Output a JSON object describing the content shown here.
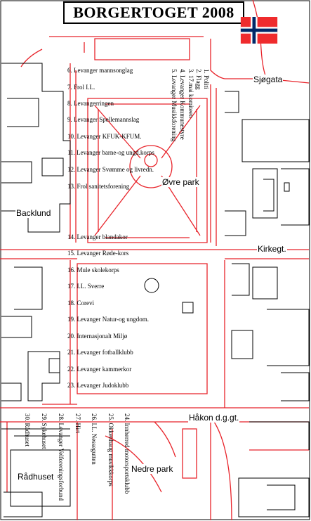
{
  "title": "BORGERTOGET 2008",
  "flag": {
    "name": "norwegian-flag",
    "colors": {
      "red": "#ef2b2d",
      "white": "#ffffff",
      "blue": "#002868"
    }
  },
  "colors": {
    "roads": "#e8232a",
    "buildings": "#000000",
    "background": "#ffffff"
  },
  "places": {
    "sjogata": "Sjøgata",
    "ovre_park": "Øvre park",
    "backlund": "Backlund",
    "kirkegt": "Kirkegt.",
    "hakon": "Håkon d.g.gt.",
    "nedre_park": "Nedre park",
    "radhuset": "Rådhuset"
  },
  "route_left": [
    "6.  Levanger mannsonglag",
    "7.   Frol I.L.",
    "8.   Levangerringen",
    "9. Levanger Spellemannslag",
    "10. Levanger KFUK-KFUM.",
    "11. Levanger barne-og ungd.korps",
    "12. Levanger Svømme og livredn.",
    "13. Frol sanitetsforening",
    "14. Levanger blandakor",
    "15. Levanger Røde-kors",
    "16. Mule skolekorps",
    "17. I.L. Sverre",
    "18. Corevi",
    "19. Levanger Natur-og ungdom.",
    "20. Internasjonalt Miljø",
    "21. Levanger fotballklubb",
    "22. Levanger kammerkor",
    "23. Levanger Judoklubb"
  ],
  "route_top": [
    "1. Politi",
    "2. Flagg",
    "3. 17.mai komiteen",
    "4. Levanger Kommunestyre",
    "5. Levanger Musikkforening"
  ],
  "route_bottom": [
    "24. Innherred motorsportsklubb",
    "25. Okkenhaug musikkkorps",
    "26. I.L. Nessegutten",
    "27. Hirt",
    "28. Levanger Velforeningsforbund",
    "29. Sykehuset",
    "30. Rådhuset"
  ]
}
